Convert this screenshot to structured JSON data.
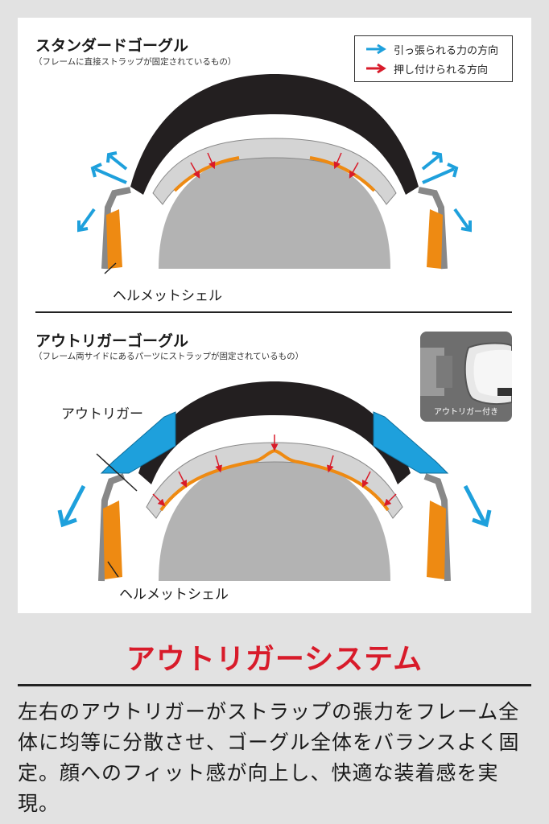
{
  "legend": {
    "pull_label": "引っ張られる力の方向",
    "press_label": "押し付けられる方向",
    "pull_color": "#1ea0dc",
    "press_color": "#d81b2a"
  },
  "standard": {
    "title": "スタンダードゴーグル",
    "subtitle": "（フレームに直接ストラップが固定されているもの）",
    "helmet_label": "ヘルメットシェル"
  },
  "outrigger": {
    "title": "アウトリガーゴーグル",
    "subtitle": "（フレーム両サイドにあるパーツにストラップが固定されているもの）",
    "outrigger_label": "アウトリガー",
    "helmet_label": "ヘルメットシェル",
    "inset_label": "アウトリガー付き"
  },
  "colors": {
    "strap_orange": "#ee8a12",
    "outrigger_blue": "#1ea0dc",
    "frame_dark": "#231f20",
    "helmet_gray": "#b3b3b3"
  },
  "system_title": "アウトリガーシステム",
  "description": "左右のアウトリガーがストラップの張力をフレーム全体に均等に分散させ、ゴーグル全体をバランスよく固定。顔へのフィット感が向上し、快適な装着感を実現。"
}
